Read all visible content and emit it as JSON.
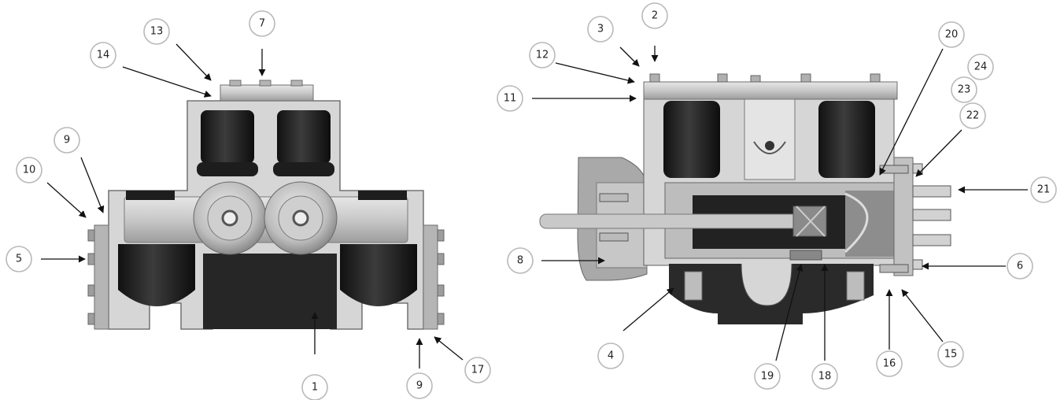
{
  "callouts": [
    "1",
    "2",
    "3",
    "4",
    "5",
    "6",
    "7",
    "8",
    "9",
    "9",
    "10",
    "11",
    "12",
    "13",
    "14",
    "15",
    "16",
    "17",
    "18",
    "19",
    "20",
    "21",
    "22",
    "23",
    "24"
  ],
  "colors": {
    "rubber": "#2b2b2b",
    "rubber_dark": "#141414",
    "metal_light": "#dcdcdc",
    "metal_mid": "#b5b5b5",
    "metal_dark": "#7e7e7e",
    "callout_border": "#b9b9b9",
    "arrow": "#111111"
  }
}
